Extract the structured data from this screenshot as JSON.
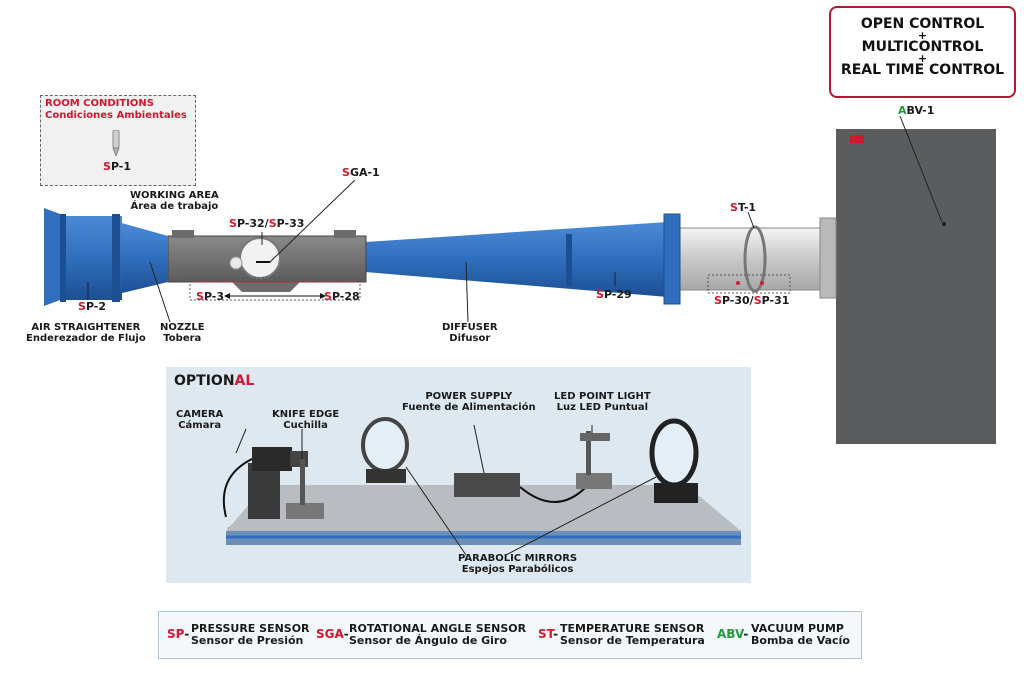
{
  "control_box": {
    "line1": "OPEN CONTROL",
    "plus1": "+",
    "line2": "MULTICONTROL",
    "plus2": "+",
    "line3": "REAL TIME CONTROL"
  },
  "room_conditions": {
    "title": "ROOM CONDITIONS",
    "subtitle": "Condiciones Ambientales",
    "sensor_prefix": "S",
    "sensor_rest": "P-1"
  },
  "sensors": {
    "abv1": {
      "prefix": "A",
      "rest": "BV-1"
    },
    "sga1": {
      "prefix": "S",
      "rest": "GA-1"
    },
    "sp32": {
      "p1": "S",
      "r1": "P-32/",
      "p2": "S",
      "r2": "P-33"
    },
    "sp3": {
      "prefix": "S",
      "rest": "P-3"
    },
    "sp28": {
      "prefix": "S",
      "rest": "P-28"
    },
    "sp2": {
      "prefix": "S",
      "rest": "P-2"
    },
    "sp29": {
      "prefix": "S",
      "rest": "P-29"
    },
    "st1": {
      "prefix": "S",
      "rest": "T-1"
    },
    "sp30": {
      "p1": "S",
      "r1": "P-30/",
      "p2": "S",
      "r2": "P-31"
    }
  },
  "labels": {
    "working_area": {
      "en": "WORKING AREA",
      "es": "Área de trabajo"
    },
    "air_straightener": {
      "en": "AIR STRAIGHTENER",
      "es": "Enderezador de Flujo"
    },
    "nozzle": {
      "en": "NOZZLE",
      "es": "Tobera"
    },
    "diffuser": {
      "en": "DIFFUSER",
      "es": "Difusor"
    }
  },
  "optional": {
    "title_prefix": "OPTION",
    "title_suffix": "AL",
    "camera": {
      "en": "CAMERA",
      "es": "Cámara"
    },
    "knife_edge": {
      "en": "KNIFE EDGE",
      "es": "Cuchilla"
    },
    "power_supply": {
      "en": "POWER SUPPLY",
      "es": "Fuente de Alimentación"
    },
    "led_point_light": {
      "en": "LED POINT LIGHT",
      "es": "Luz LED Puntual"
    },
    "parabolic_mirrors": {
      "en": "PARABOLIC MIRRORS",
      "es": "Espejos Parabólicos"
    }
  },
  "legend": [
    {
      "code_red": "SP",
      "code_rest": "-",
      "en": "PRESSURE SENSOR",
      "es": "Sensor de Presión"
    },
    {
      "code_red": "SGA",
      "code_rest": "-",
      "en": "ROTATIONAL ANGLE SENSOR",
      "es": "Sensor de Ángulo de Giro"
    },
    {
      "code_red": "ST",
      "code_rest": "-",
      "en": "TEMPERATURE SENSOR",
      "es": "Sensor de Temperatura"
    },
    {
      "code_green": "ABV",
      "code_rest": "-",
      "en": "VACUUM PUMP",
      "es": "Bomba de Vacío"
    }
  ],
  "colors": {
    "accent_red": "#d3172f",
    "accent_green": "#1f9a3d",
    "tunnel_blue": "#2f6fbd",
    "pump_grey": "#5a5c5e"
  }
}
